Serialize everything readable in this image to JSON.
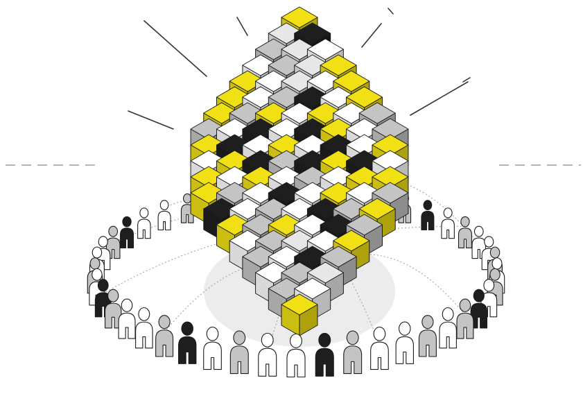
{
  "colors": {
    "yellow": "#f0e014",
    "black": "#1e1e1e",
    "gray": "#c4c4c4",
    "light": "#e7e7e7",
    "white": "#ffffff",
    "outline": "#1c1c1c",
    "shadow": "#ececec",
    "line": "#9a9a9a"
  },
  "people": {
    "count": 44,
    "fill_pattern": [
      "white",
      "gray",
      "white",
      "black",
      "gray",
      "white",
      "gray",
      "white",
      "white",
      "gray",
      "black",
      "white",
      "white",
      "gray",
      "white",
      "black",
      "gray",
      "white",
      "white",
      "gray",
      "black",
      "white",
      "gray",
      "white",
      "white",
      "gray",
      "black",
      "white",
      "white",
      "gray",
      "white",
      "gray",
      "black",
      "white",
      "gray",
      "white",
      "white",
      "gray",
      "black",
      "white",
      "gray",
      "white",
      "white",
      "gray"
    ]
  },
  "cube_stack": {
    "rows": [
      [
        "yellow"
      ],
      [
        "light",
        "black"
      ],
      [
        "gray",
        "light",
        "white"
      ],
      [
        "white",
        "gray",
        "light",
        "yellow"
      ],
      [
        "yellow",
        "white",
        "light",
        "white",
        "yellow"
      ],
      [
        "yellow",
        "white",
        "gray",
        "black",
        "white",
        "yellow"
      ],
      [
        "yellow",
        "gray",
        "yellow",
        "white",
        "yellow",
        "white",
        "gray"
      ],
      [
        "gray",
        "white",
        "black",
        "white",
        "black",
        "yellow",
        "white",
        "gray"
      ],
      [
        "yellow",
        "black",
        "white",
        "yellow",
        "white",
        "black",
        "white",
        "yellow"
      ],
      [
        "white",
        "yellow",
        "black",
        "gray",
        "black",
        "yellow",
        "black",
        "white"
      ],
      [
        "yellow",
        "white",
        "yellow",
        "white",
        "gray",
        "white",
        "yellow",
        "yellow"
      ],
      [
        "yellow",
        "gray",
        "white",
        "black",
        "white",
        "yellow",
        "white",
        "gray"
      ],
      [
        "black",
        "white",
        "gray",
        "white",
        "black",
        "gray",
        "yellow"
      ],
      [
        "yellow",
        "gray",
        "yellow",
        "white",
        "black",
        "gray"
      ],
      [
        "white",
        "gray",
        "light",
        "white",
        "yellow"
      ],
      [
        "gray",
        "white",
        "black",
        "gray"
      ],
      [
        "white",
        "gray",
        "light"
      ],
      [
        "gray",
        "white"
      ],
      [
        "yellow"
      ]
    ]
  }
}
